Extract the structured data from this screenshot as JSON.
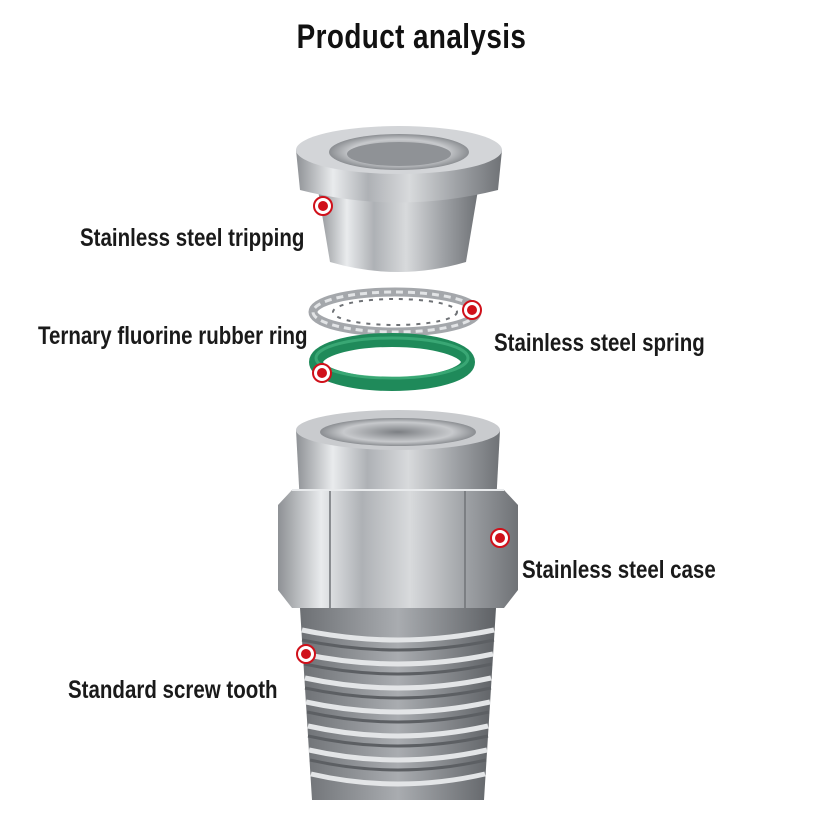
{
  "title": "Product analysis",
  "labels": {
    "tripping": "Stainless steel tripping",
    "rubber_ring": "Ternary fluorine rubber ring",
    "spring": "Stainless steel spring",
    "case": "Stainless steel case",
    "screw": "Standard screw tooth"
  },
  "colors": {
    "marker": "#d0101a",
    "ring": "#1f8a5a",
    "steel": "#b9bcc0"
  }
}
